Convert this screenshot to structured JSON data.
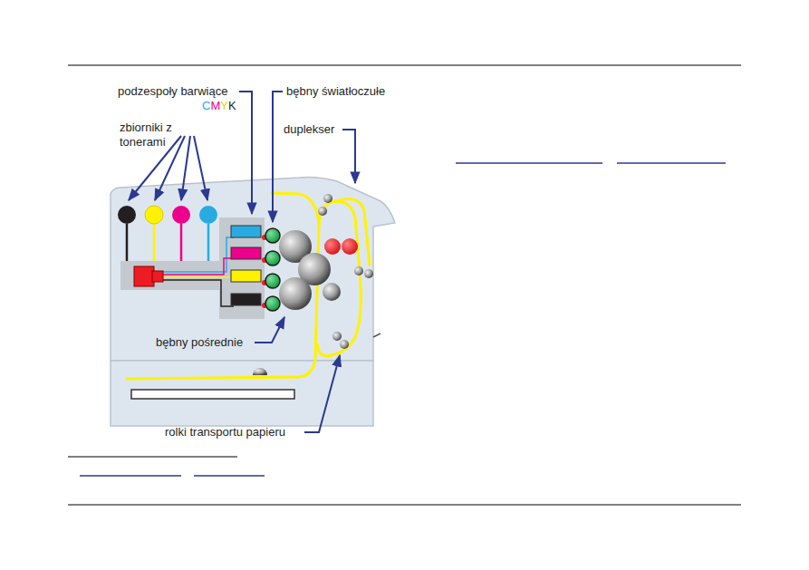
{
  "diagram": {
    "labels": [
      "podzespoły barwiące",
      "CMYK",
      "zbiorniki z tonerami",
      "bębny światłoczułe",
      "duplekser",
      "bębny pośrednie",
      "rolki transportu papieru"
    ]
  }
}
